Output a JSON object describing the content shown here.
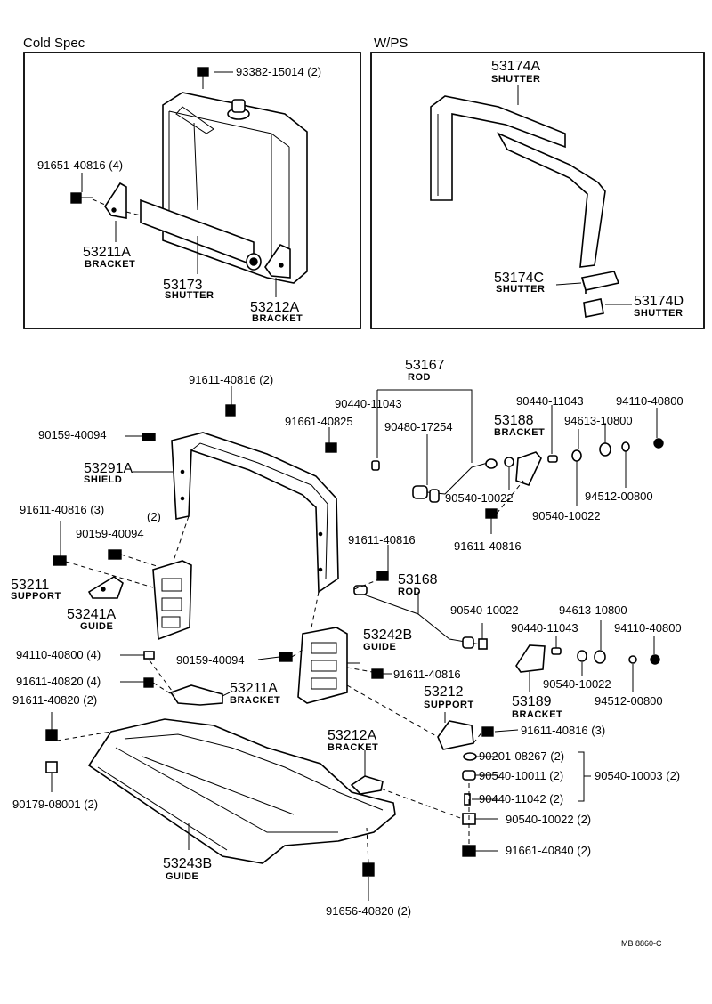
{
  "panels": {
    "cold_spec": {
      "title": "Cold Spec",
      "labels": {
        "bolt_top": "93382-15014 (2)",
        "bolt_left": "91651-40816 (4)",
        "bracket_a_num": "53211A",
        "bracket_a_name": "BRACKET",
        "shutter_num": "53173",
        "shutter_name": "SHUTTER",
        "bracket_b_num": "53212A",
        "bracket_b_name": "BRACKET"
      }
    },
    "wps": {
      "title": "W/PS",
      "labels": {
        "shutter_a_num": "53174A",
        "shutter_a_name": "SHUTTER",
        "shutter_c_num": "53174C",
        "shutter_c_name": "SHUTTER",
        "shutter_d_num": "53174D",
        "shutter_d_name": "SHUTTER"
      }
    }
  },
  "main": {
    "labels": {
      "p91611_top": "91611-40816 (2)",
      "p90159_a": "90159-40094",
      "p91661_a": "91661-40825",
      "rod_num": "53167",
      "rod_name": "ROD",
      "p90440_a": "90440-11043",
      "p90480": "90480-17254",
      "p90440_b": "90440-11043",
      "p94110_a": "94110-40800",
      "p94613_a": "94613-10800",
      "b53188_num": "53188",
      "b53188_name": "BRACKET",
      "shield_num": "53291A",
      "shield_name": "SHIELD",
      "p90540_a": "90540-10022",
      "p94512_a": "94512-00800",
      "p90540_b": "90540-10022",
      "p91611_b": "91611-40816",
      "p91611_c": "91611-40816 (3)",
      "qty2": "(2)",
      "p90159_b": "90159-40094",
      "p91611_d": "91611-40816",
      "rod2_num": "53168",
      "rod2_name": "ROD",
      "support_num": "53211",
      "support_name": "SUPPORT",
      "guide_a_num": "53241A",
      "guide_a_name": "GUIDE",
      "p90540_c": "90540-10022",
      "p94613_b": "94613-10800",
      "p90440_c": "90440-11043",
      "p94110_b": "94110-40800",
      "guide_b_num": "53242B",
      "guide_b_name": "GUIDE",
      "p94110_c": "94110-40800 (4)",
      "p90159_c": "90159-40094",
      "p91611_e": "91611-40816",
      "p91611_f": "91611-40820 (4)",
      "bracket_c_num": "53211A",
      "bracket_c_name": "BRACKET",
      "p90540_d": "90540-10022",
      "b53189_num": "53189",
      "b53189_name": "BRACKET",
      "p94512_b": "94512-00800",
      "p91611_g": "91611-40820 (2)",
      "support2_num": "53212",
      "support2_name": "SUPPORT",
      "p91611_h": "91611-40816 (3)",
      "bracket_d_num": "53212A",
      "bracket_d_name": "BRACKET",
      "p90201": "90201-08267 (2)",
      "p90540_e": "90540-10011 (2)",
      "p90540_f": "90540-10003 (2)",
      "p90440_d": "90440-11042 (2)",
      "p90179": "90179-08001 (2)",
      "p90540_g": "90540-10022 (2)",
      "guide_c_num": "53243B",
      "guide_c_name": "GUIDE",
      "p91661_b": "91661-40840 (2)",
      "p91656": "91656-40820 (2)"
    },
    "figure_code": "MB  8860-C"
  }
}
